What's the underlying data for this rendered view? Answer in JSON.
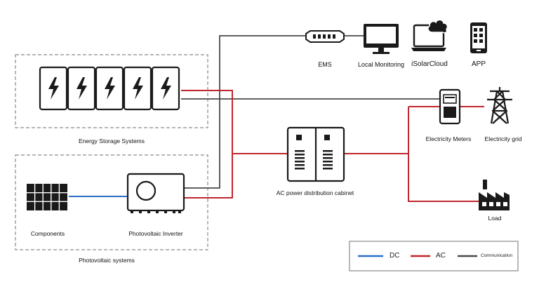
{
  "labels": {
    "ems": "EMS",
    "local_monitoring": "Local Monitoring",
    "isolarcloud": "iSolarCloud",
    "app": "APP",
    "energy_storage": "Energy Storage Systems",
    "electricity_meters": "Electricity Meters",
    "electricity_grid": "Electricity grid",
    "ac_cabinet": "AC power distribution cabinet",
    "components": "Components",
    "pv_inverter": "Photovoltaic Inverter",
    "load": "Load",
    "pv_systems": "Photovoltaic systems"
  },
  "legend": {
    "dc": "DC",
    "ac": "AC",
    "communication": "Communication"
  },
  "colors": {
    "dc": "#2a6fc9",
    "ac": "#c0262d",
    "communication": "#4a4a4a",
    "device": "#1a1a1a"
  }
}
